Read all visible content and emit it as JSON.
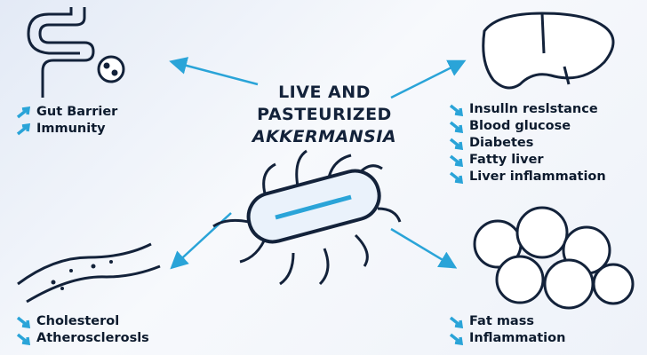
{
  "title": {
    "line1": "LIVE AND",
    "line2": "PASTEURIZED",
    "line3": "AKKERMANSIA"
  },
  "colors": {
    "accent": "#2aa4d8",
    "ink": "#13223a"
  },
  "gut": {
    "icon": "intestine-icon",
    "items": [
      {
        "label": "Gut Barrier",
        "trend": "up"
      },
      {
        "label": "Immunity",
        "trend": "up"
      }
    ]
  },
  "liver": {
    "icon": "liver-icon",
    "items": [
      {
        "label": "Insulln reslstance",
        "trend": "down"
      },
      {
        "label": "Blood glucose",
        "trend": "down"
      },
      {
        "label": "Diabetes",
        "trend": "down"
      },
      {
        "label": "Fatty liver",
        "trend": "down"
      },
      {
        "label": "Liver inflammation",
        "trend": "down"
      }
    ]
  },
  "vessel": {
    "icon": "artery-plaque-icon",
    "items": [
      {
        "label": "Cholesterol",
        "trend": "down"
      },
      {
        "label": "Atherosclerosls",
        "trend": "down"
      }
    ]
  },
  "fat": {
    "icon": "fat-cells-icon",
    "items": [
      {
        "label": "Fat mass",
        "trend": "down"
      },
      {
        "label": "Inflammation",
        "trend": "down"
      }
    ]
  }
}
